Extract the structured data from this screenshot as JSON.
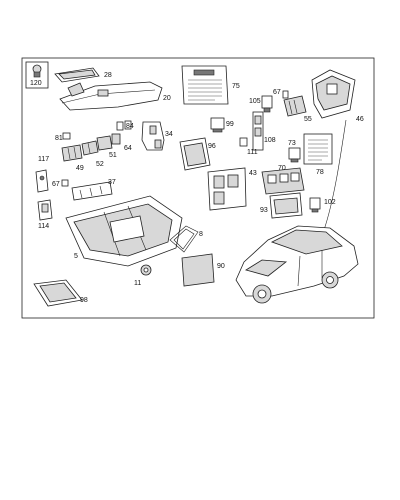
{
  "diagram": {
    "callouts": [
      "120",
      "28",
      "20",
      "75",
      "105",
      "67",
      "55",
      "46",
      "81",
      "84",
      "34",
      "99",
      "49",
      "52",
      "51",
      "64",
      "96",
      "108",
      "73",
      "117",
      "37",
      "67",
      "43",
      "70",
      "111",
      "78",
      "114",
      "93",
      "102",
      "5",
      "8",
      "11",
      "90",
      "98"
    ]
  }
}
